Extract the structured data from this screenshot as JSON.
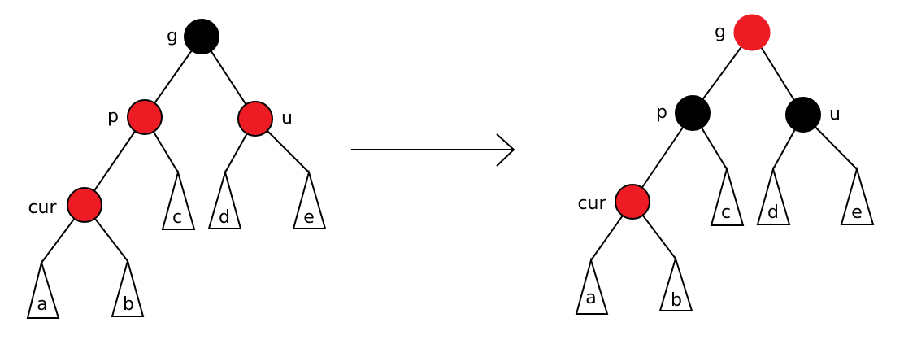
{
  "colors": {
    "red": "#ed1c24",
    "black": "#000000"
  },
  "before": {
    "nodes": [
      {
        "label": "g",
        "color": "black"
      },
      {
        "label": "p",
        "color": "red"
      },
      {
        "label": "u",
        "color": "red"
      },
      {
        "label": "cur",
        "color": "red"
      }
    ],
    "subtrees": [
      "a",
      "b",
      "c",
      "d",
      "e"
    ]
  },
  "after": {
    "nodes": [
      {
        "label": "g",
        "color": "red"
      },
      {
        "label": "p",
        "color": "black"
      },
      {
        "label": "u",
        "color": "black"
      },
      {
        "label": "cur",
        "color": "red"
      }
    ],
    "subtrees": [
      "a",
      "b",
      "c",
      "d",
      "e"
    ]
  },
  "arrow_icon": "right-arrow-icon"
}
